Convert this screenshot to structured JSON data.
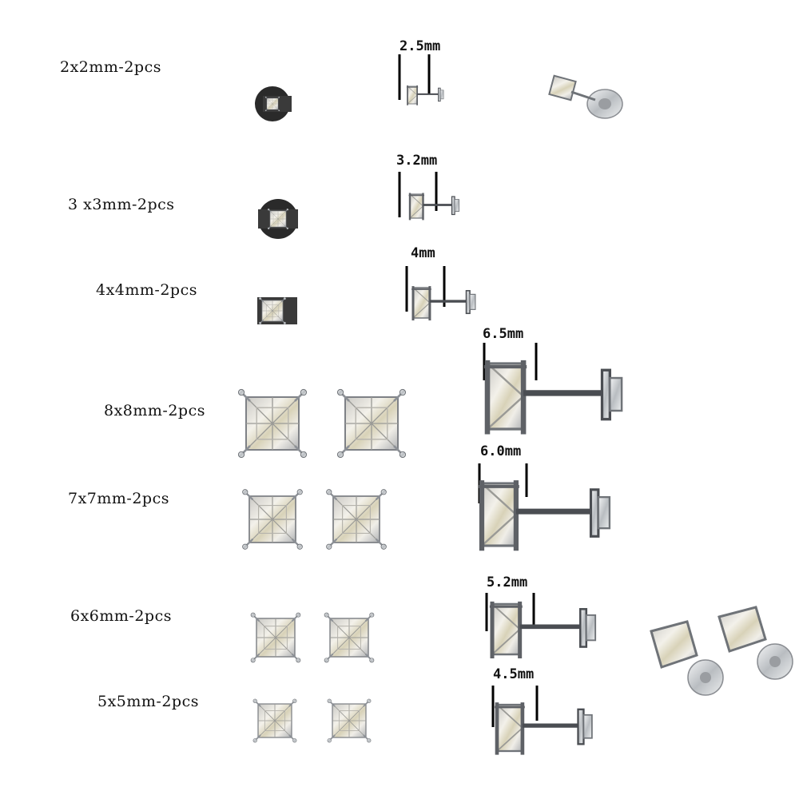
{
  "sizes": [
    {
      "label": "2x2mm-2pcs",
      "height_label": "2.5mm"
    },
    {
      "label": "3 x3mm-2pcs",
      "height_label": "3.2mm"
    },
    {
      "label": "4x4mm-2pcs",
      "height_label": "4mm"
    },
    {
      "label": "8x8mm-2pcs",
      "height_label": "6.5mm"
    },
    {
      "label": "7x7mm-2pcs",
      "height_label": "6.0mm"
    },
    {
      "label": "6x6mm-2pcs",
      "height_label": "5.2mm"
    },
    {
      "label": "5x5mm-2pcs",
      "height_label": "4.5mm"
    }
  ],
  "colors": {
    "metal": "#d8dadc",
    "metal_dark": "#6f7378",
    "stone": "#e9e7e2",
    "backing": "#2a2a2a"
  }
}
